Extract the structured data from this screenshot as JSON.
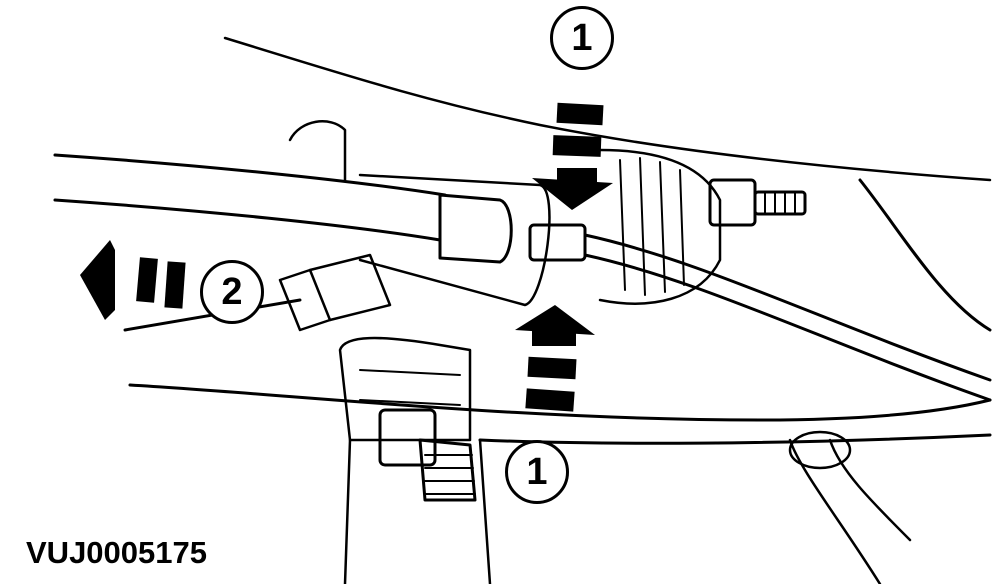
{
  "figure": {
    "caption_code": "VUJ0005175",
    "callouts": [
      {
        "id": "callout-1-top",
        "label": "1",
        "arrow_direction": "down"
      },
      {
        "id": "callout-2-left",
        "label": "2",
        "arrow_direction": "left"
      },
      {
        "id": "callout-1-bottom",
        "label": "1",
        "arrow_direction": "up"
      }
    ],
    "colors": {
      "ink": "#000000",
      "background": "#ffffff"
    }
  }
}
